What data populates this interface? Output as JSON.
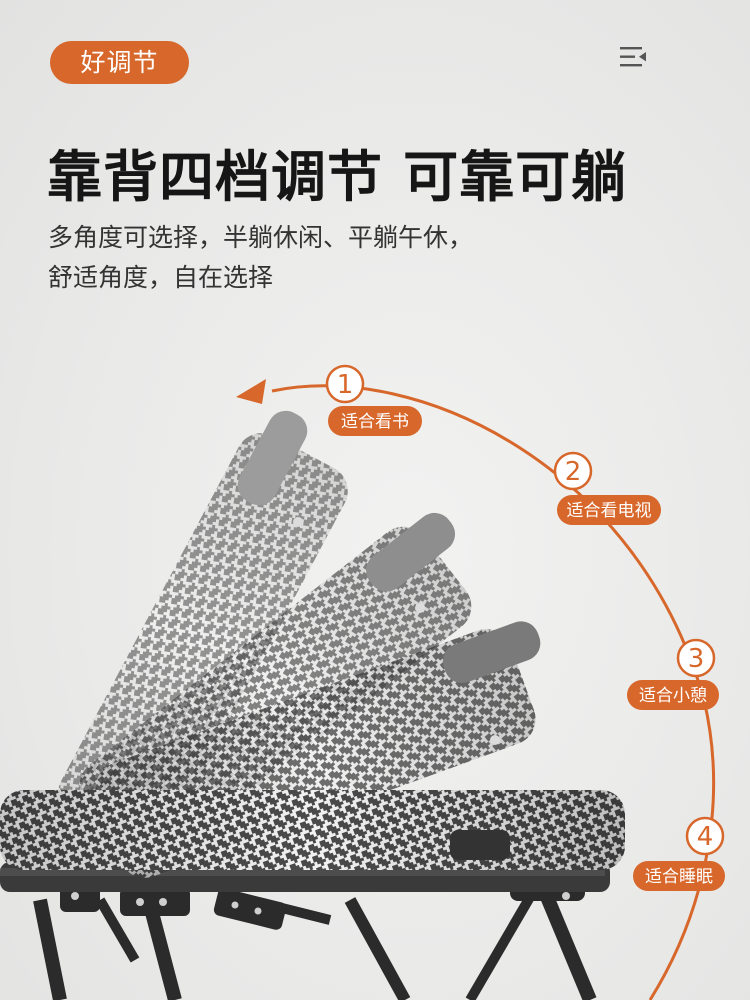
{
  "tag": {
    "label": "好调节"
  },
  "header": {
    "title": "靠背四档调节 可靠可躺"
  },
  "description": {
    "line1": "多角度可选择，半躺休闲、平躺午休，",
    "line2": "舒适角度，自在选择"
  },
  "positions": [
    {
      "number": "1",
      "label": "适合看书"
    },
    {
      "number": "2",
      "label": "适合看电视"
    },
    {
      "number": "3",
      "label": "适合小憩"
    },
    {
      "number": "4",
      "label": "适合睡眠"
    }
  ],
  "colors": {
    "accent": "#d7672a",
    "background": "#ebebea"
  },
  "icons": {
    "menu": "menu-collapse-icon"
  }
}
